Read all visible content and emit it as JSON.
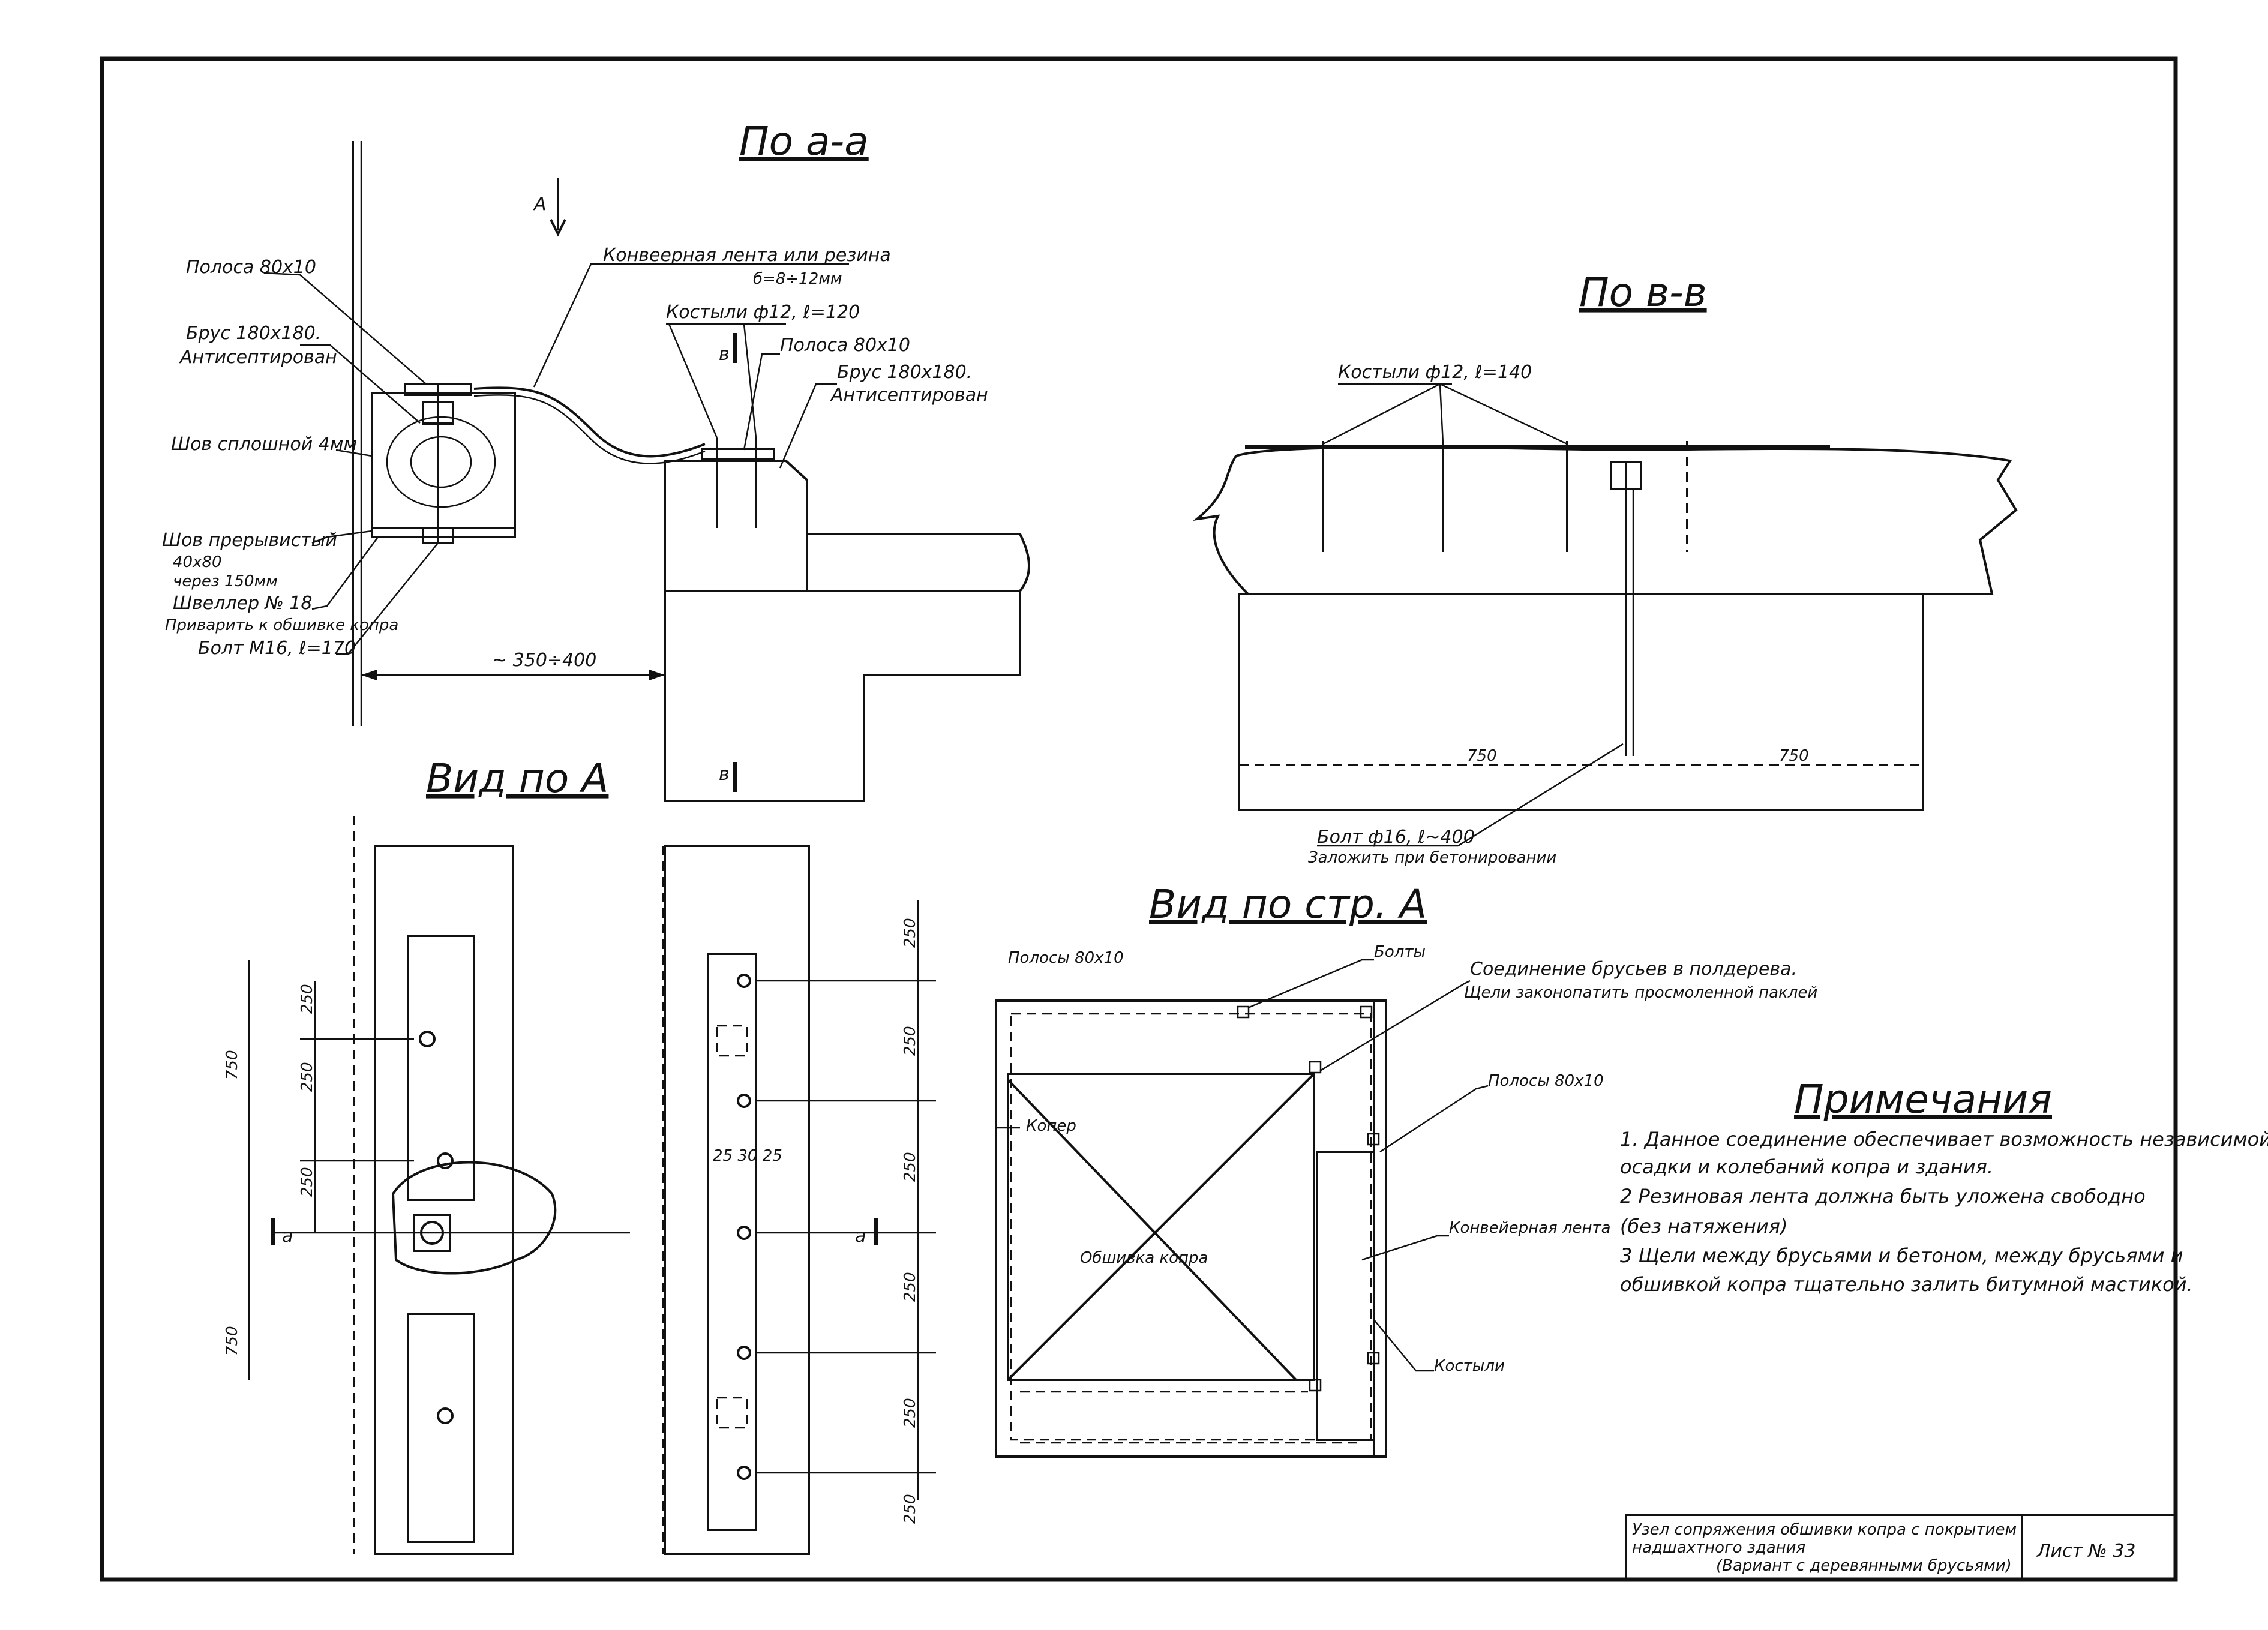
{
  "sections": {
    "aa": {
      "title": "По а-а",
      "arrow": "А",
      "belt": "Конвеерная лента или резина",
      "belt_thk": "б=8÷12мм",
      "spikes": "Костыли ф12, ℓ=120",
      "strip_r": "Полоса 80х10",
      "beam_r": "Брус 180х180.",
      "beam_r_sub": "Антисептирован",
      "strip_l": "Полоса 80х10",
      "beam_l": "Брус 180х180.",
      "beam_l_sub": "Антисептирован",
      "weld_cont": "Шов сплошной 4мм",
      "weld_int": "Шов прерывистый",
      "weld_int_2": "40х80",
      "weld_int_3": "через 150мм",
      "channel": "Швеллер № 18",
      "channel_sub": "Приварить к обшивке копра",
      "bolt": "Болт М16, ℓ=170",
      "dist": "~ 350÷400",
      "cut_mark_top": "в",
      "cut_mark_bottom": "в"
    },
    "bb": {
      "title": "По в-в",
      "spikes": "Костыли ф12, ℓ=140",
      "dim_left": "750",
      "dim_right": "750",
      "bolt": "Болт ф16, ℓ~400",
      "bolt_sub": "Заложить при бетонировании"
    },
    "viewA": {
      "title": "Вид по А",
      "dims_left": [
        "250",
        "250",
        "250"
      ],
      "dim_750_top": "750",
      "dim_750_bottom": "750",
      "dims_right": [
        "250",
        "250",
        "250",
        "250",
        "250",
        "250"
      ],
      "dim_25_30_25": "25 30 25",
      "cut_left": "а",
      "cut_right": "а"
    },
    "viewSide": {
      "title": "Вид по стр. А",
      "strip": "Полосы 80х10",
      "bolts": "Болты",
      "joint": "Соединение брусьев в полдерева.",
      "joint_sub": "Щели законопатить просмоленной паклей",
      "strip_r": "Полосы 80х10",
      "koper": "Копер",
      "belt": "Конвейерная лента",
      "sheathing": "Обшивка копра",
      "spikes": "Костыли"
    }
  },
  "notes": {
    "title": "Примечания",
    "items": [
      "1. Данное соединение обеспечивает возможность независимой",
      "осадки и колебаний копра и здания.",
      "2 Резиновая лента должна быть уложена свободно",
      "(без натяжения)",
      "3 Щели между брусьями и бетоном, между брусьями и",
      "обшивкой копра тщательно залить битумной мастикой."
    ]
  },
  "stamp": {
    "line1": "Узел сопряжения обшивки копра с покрытием",
    "line2": "надшахтного здания",
    "line3": "(Вариант с деревянными брусьями)",
    "sheet": "Лист № 33"
  }
}
